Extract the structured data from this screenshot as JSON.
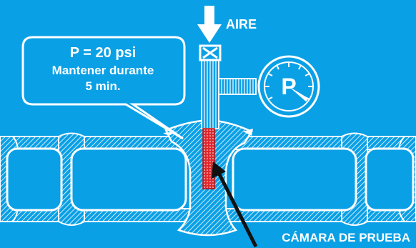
{
  "colors": {
    "background": "#0aa0e6",
    "line": "#ffffff",
    "chamber": "#e0282e",
    "arrow": "#111111"
  },
  "labels": {
    "air": "AIRE",
    "callout_line1": "P = 20 psi",
    "callout_line2": "Mantener durante",
    "callout_line3": "5 min.",
    "gauge_letter": "P",
    "test_chamber": "CÁMARA DE PRUEBA"
  },
  "icons": {
    "air_arrow": "down-arrow-icon",
    "valve": "valve-x-icon",
    "gauge": "pressure-gauge-icon",
    "pointer": "pointer-arrow-icon"
  }
}
